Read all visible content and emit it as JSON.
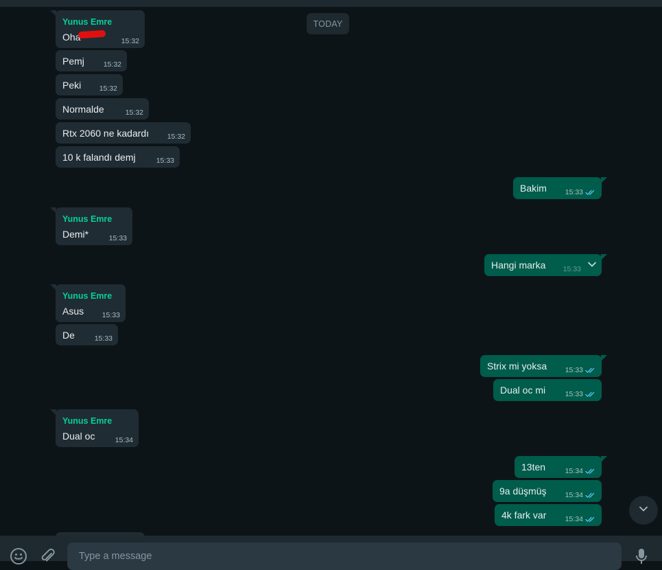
{
  "date_chip": "TODAY",
  "contact": {
    "name": "Yunus Emre"
  },
  "groups": {
    "g1": [
      {
        "text": "Oha",
        "time": "15:32"
      },
      {
        "text": "Pemj",
        "time": "15:32"
      },
      {
        "text": "Peki",
        "time": "15:32"
      },
      {
        "text": "Normalde",
        "time": "15:32"
      },
      {
        "text": "Rtx 2060 ne kadardı",
        "time": "15:32"
      },
      {
        "text": "10 k falandı demj",
        "time": "15:33"
      }
    ],
    "g2": [
      {
        "text": "Bakim",
        "time": "15:33"
      }
    ],
    "g3": [
      {
        "text": "Demi*",
        "time": "15:33"
      }
    ],
    "g4": [
      {
        "text": "Hangi marka",
        "time": "15:33"
      }
    ],
    "g5": [
      {
        "text": "Asus",
        "time": "15:33"
      },
      {
        "text": "De",
        "time": "15:33"
      }
    ],
    "g6": [
      {
        "text": "Strix mi yoksa",
        "time": "15:33"
      },
      {
        "text": "Dual oc mi",
        "time": "15:33"
      }
    ],
    "g7": [
      {
        "text": "Dual oc",
        "time": "15:34"
      }
    ],
    "g8": [
      {
        "text": "13ten",
        "time": "15:34"
      },
      {
        "text": "9a düşmüş",
        "time": "15:34"
      },
      {
        "text": "4k fark var",
        "time": "15:34"
      }
    ]
  },
  "composer": {
    "placeholder": "Type a message"
  },
  "icons": {
    "emoji": "emoji-icon",
    "attach": "paperclip-icon",
    "mic": "microphone-icon",
    "read_receipt": "double-check-icon",
    "scroll_down": "chevron-down-icon"
  },
  "colors": {
    "background": "#0d1418",
    "incoming_bubble": "#202c33",
    "outgoing_bubble": "#005c4b",
    "sender_name": "#06cf9c",
    "read_ticks": "#53bdeb"
  }
}
